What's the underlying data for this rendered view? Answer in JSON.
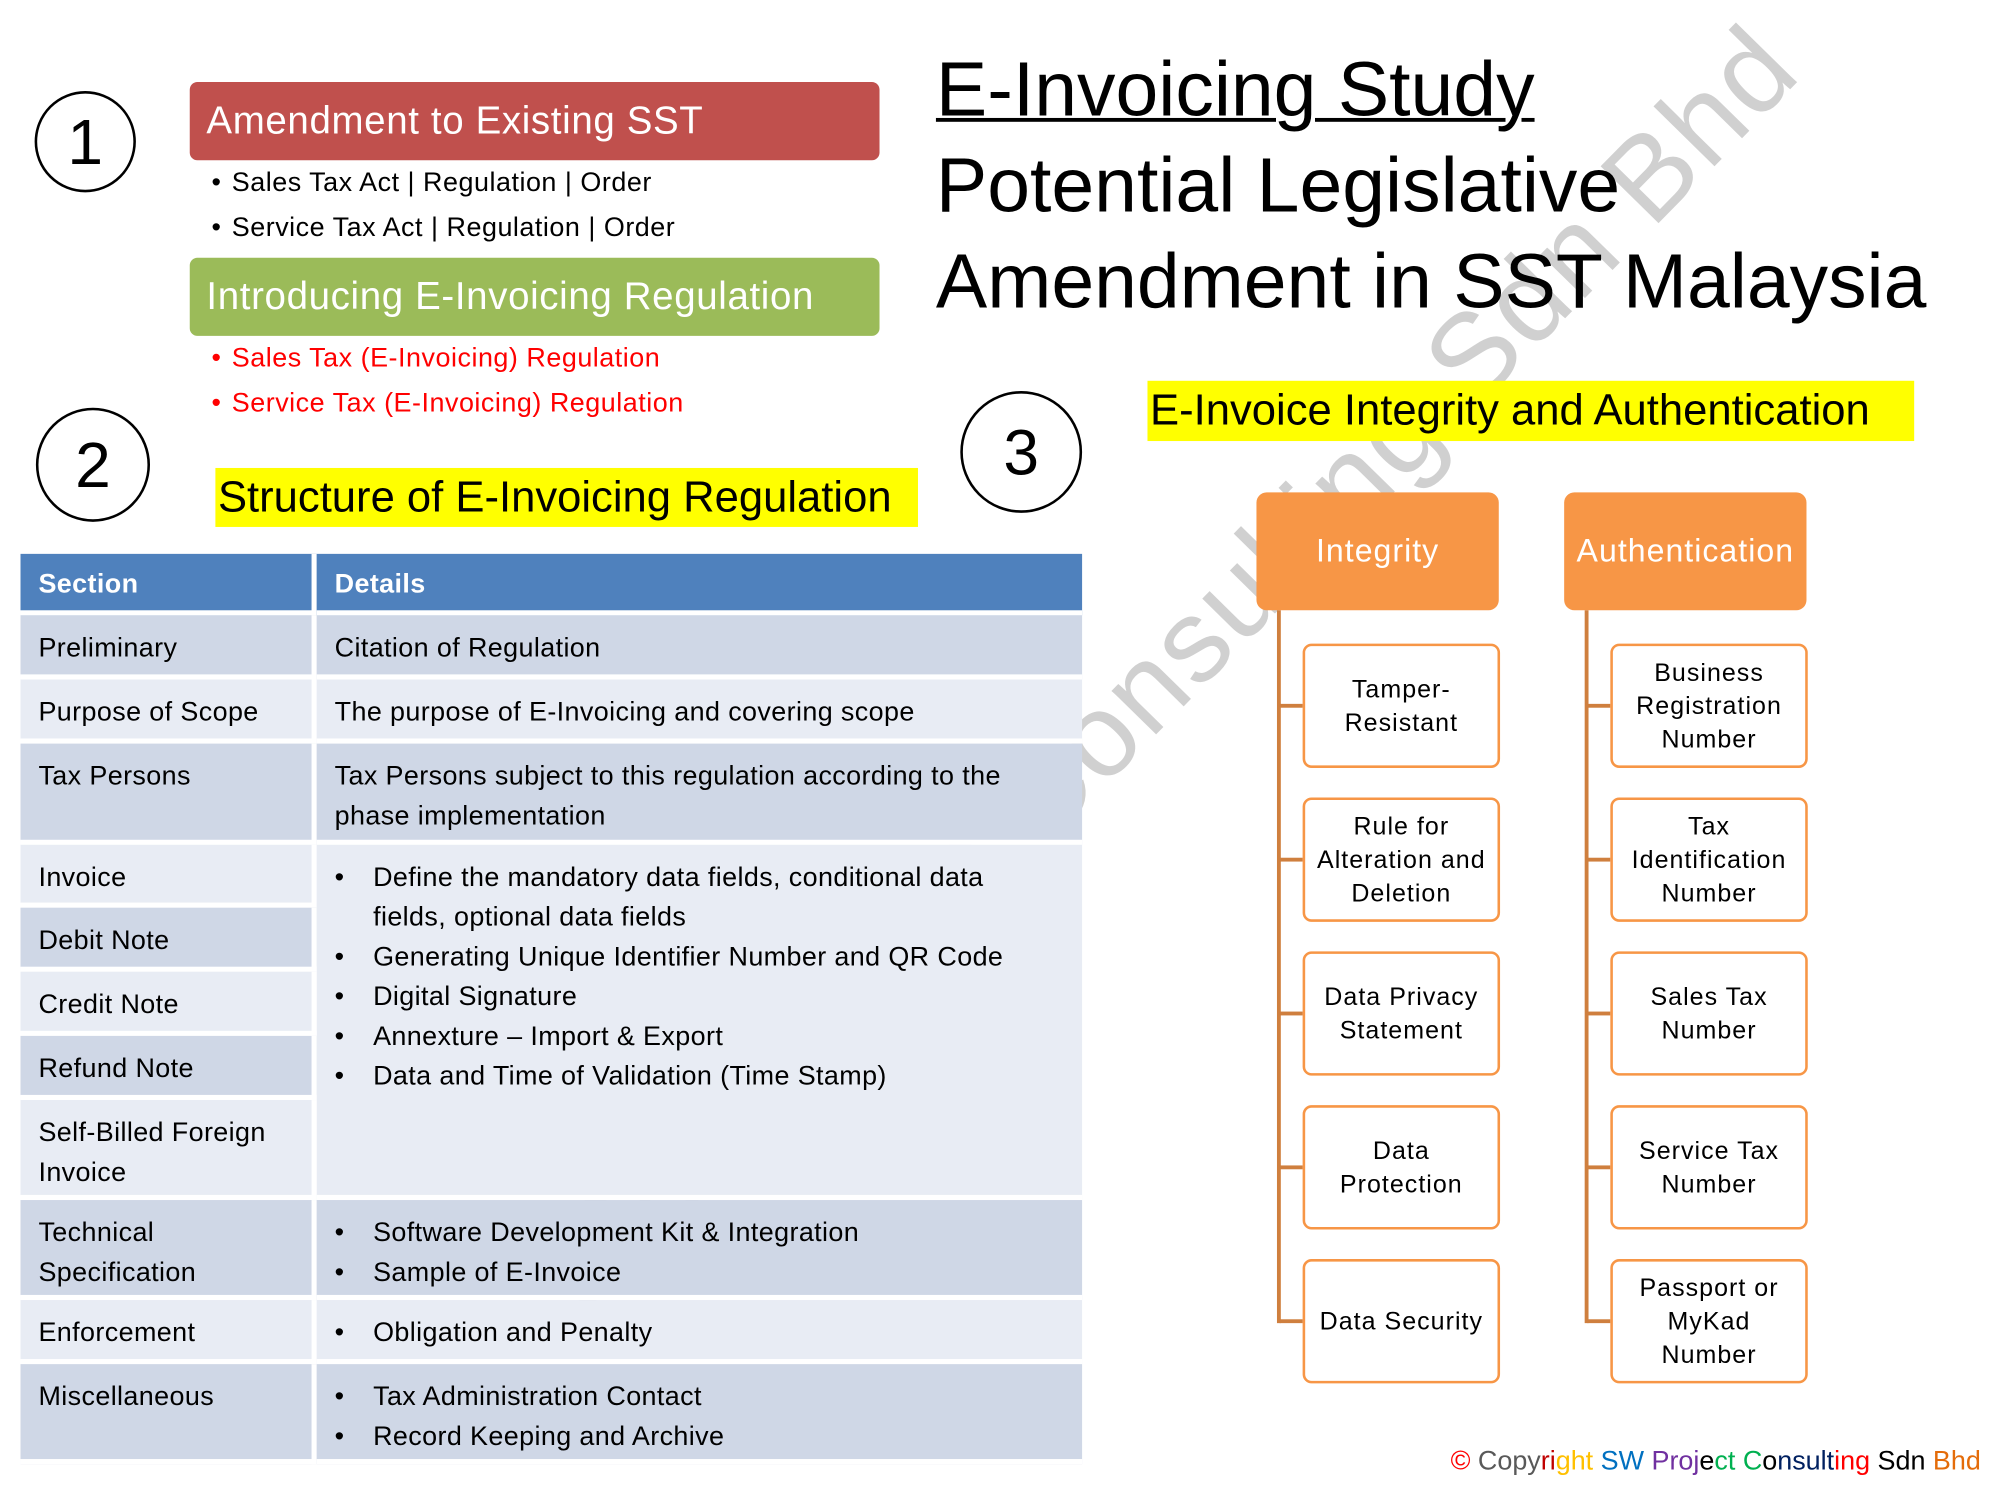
{
  "markers": [
    "1",
    "2",
    "3"
  ],
  "section1": {
    "amendment_banner": "Amendment to Existing SST",
    "amendment_items": [
      "Sales Tax Act | Regulation | Order",
      "Service Tax Act | Regulation | Order"
    ],
    "introducing_banner": "Introducing E-Invoicing Regulation",
    "introducing_items": [
      "Sales Tax (E-Invoicing) Regulation",
      "Service Tax (E-Invoicing) Regulation"
    ]
  },
  "title": {
    "line1": "E-Invoicing Study",
    "line2": "Potential Legislative",
    "line3": "Amendment in SST Malaysia"
  },
  "section2": {
    "heading": "Structure of E-Invoicing Regulation",
    "columns": [
      "Section",
      "Details"
    ],
    "rows": [
      {
        "section": "Preliminary",
        "details": "Citation of Regulation"
      },
      {
        "section": "Purpose of Scope",
        "details": "The purpose of E-Invoicing and covering scope"
      },
      {
        "section": "Tax Persons",
        "details": "Tax Persons subject to this regulation according to the phase implementation"
      },
      {
        "section": "Invoice"
      },
      {
        "section": "Debit Note"
      },
      {
        "section": "Credit Note"
      },
      {
        "section": "Refund Note"
      },
      {
        "section": "Self-Billed Foreign Invoice"
      },
      {
        "section": "Technical Specification",
        "details_list": [
          "Software Development Kit & Integration",
          "Sample of E-Invoice"
        ]
      },
      {
        "section": "Enforcement",
        "details_list": [
          "Obligation and Penalty"
        ]
      },
      {
        "section": "Miscellaneous",
        "details_list": [
          "Tax Administration Contact",
          "Record Keeping and Archive"
        ]
      }
    ],
    "invoice_group_details": [
      "Define the mandatory data fields, conditional data fields, optional data fields",
      "Generating Unique Identifier Number and QR Code",
      "Digital Signature",
      "Annexture – Import & Export",
      "Data and Time of Validation (Time Stamp)"
    ]
  },
  "section3": {
    "heading": "E-Invoice Integrity and Authentication",
    "integrity": {
      "label": "Integrity",
      "items": [
        "Tamper-Resistant",
        "Rule for Alteration and Deletion",
        "Data Privacy Statement",
        "Data Protection",
        "Data Security"
      ]
    },
    "authentication": {
      "label": "Authentication",
      "items": [
        "Business Registration Number",
        "Tax Identification Number",
        "Sales Tax Number",
        "Service Tax Number",
        "Passport or MyKad Number"
      ]
    }
  },
  "watermark": "SW Project Consulting Sdn Bhd",
  "copyright": {
    "segments": [
      {
        "text": "© ",
        "color": "#FF0000"
      },
      {
        "text": "Copy",
        "color": "#595959"
      },
      {
        "text": "ri",
        "color": "#C00000"
      },
      {
        "text": "ght ",
        "color": "#FFC000"
      },
      {
        "text": "SW ",
        "color": "#0070C0"
      },
      {
        "text": "Proj",
        "color": "#7030A0"
      },
      {
        "text": "e",
        "color": "#000000"
      },
      {
        "text": "ct ",
        "color": "#00B050"
      },
      {
        "text": "C",
        "color": "#00B050"
      },
      {
        "text": "o",
        "color": "#000000"
      },
      {
        "text": "nsult",
        "color": "#002060"
      },
      {
        "text": "ing ",
        "color": "#FF0000"
      },
      {
        "text": "Sdn ",
        "color": "#000000"
      },
      {
        "text": "Bhd",
        "color": "#E46C0A"
      }
    ]
  },
  "colors": {
    "amendment": "#C0504D",
    "introducing": "#9BBB59",
    "highlight": "#FFFF00",
    "table_header": "#4F81BD",
    "orange": "#F79646"
  }
}
